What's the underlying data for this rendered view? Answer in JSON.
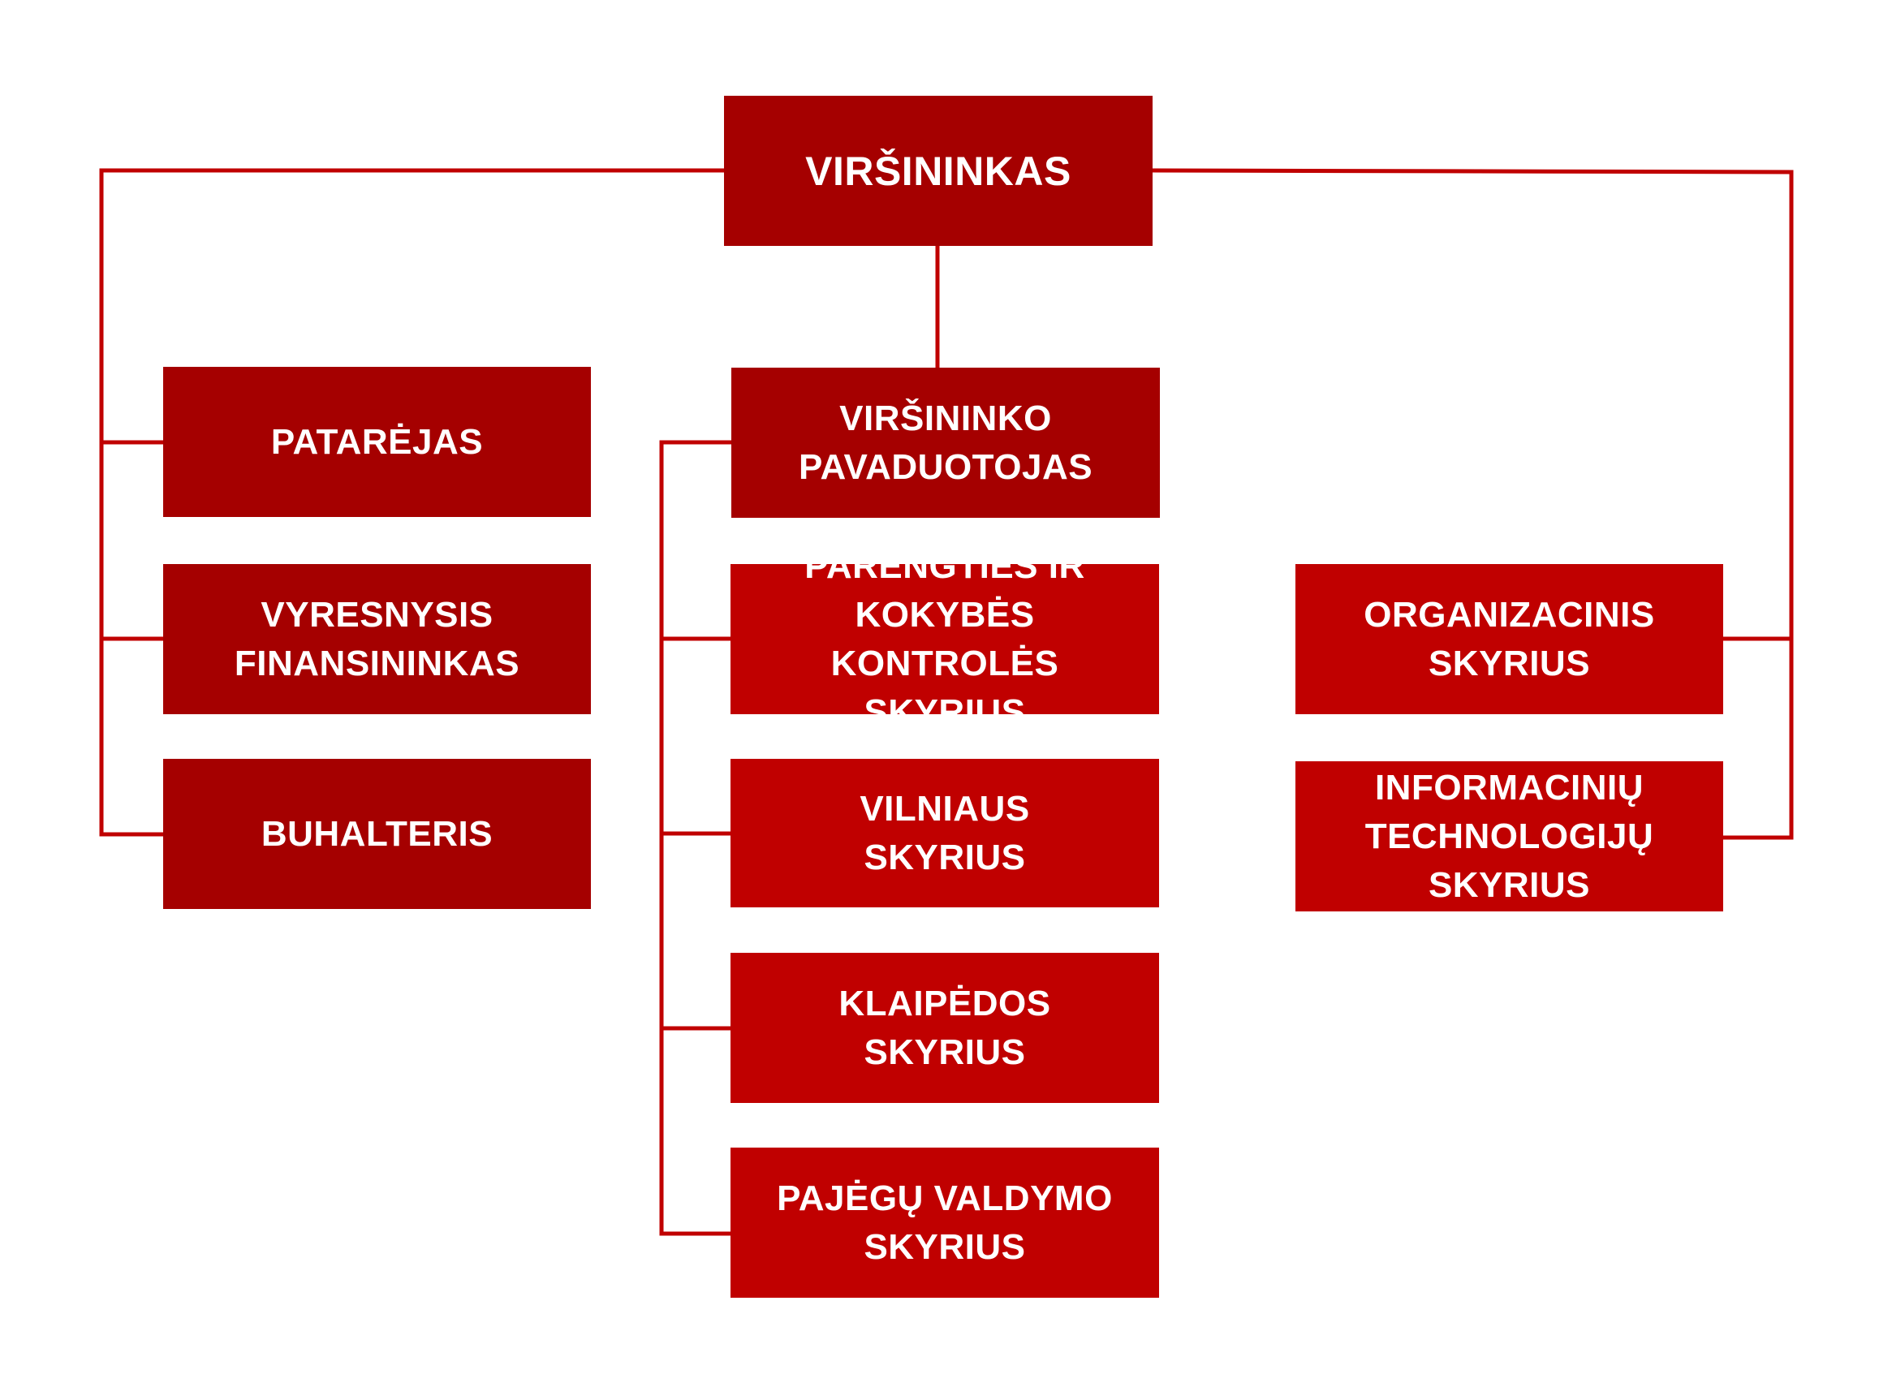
{
  "colors": {
    "connector": "#c00000",
    "box_dark": "#a50000",
    "box_bright": "#c00000",
    "text": "#ffffff"
  },
  "org": {
    "chief": "VIRŠININKAS",
    "advisor": "PATARĖJAS",
    "senior_financier": "VYRESNYSIS\nFINANSININKAS",
    "accountant": "BUHALTERIS",
    "deputy": "VIRŠININKO\nPAVADUOTOJAS",
    "readiness_quality": "PARENGTIES IR\nKOKYBĖS KONTROLĖS\nSKYRIUS",
    "vilnius": "VILNIAUS\nSKYRIUS",
    "klaipeda": "KLAIPĖDOS\nSKYRIUS",
    "capability": "PAJĖGŲ VALDYMO\nSKYRIUS",
    "organizational": "ORGANIZACINIS\nSKYRIUS",
    "it": "INFORMACINIŲ\nTECHNOLOGIJŲ\nSKYRIUS"
  }
}
